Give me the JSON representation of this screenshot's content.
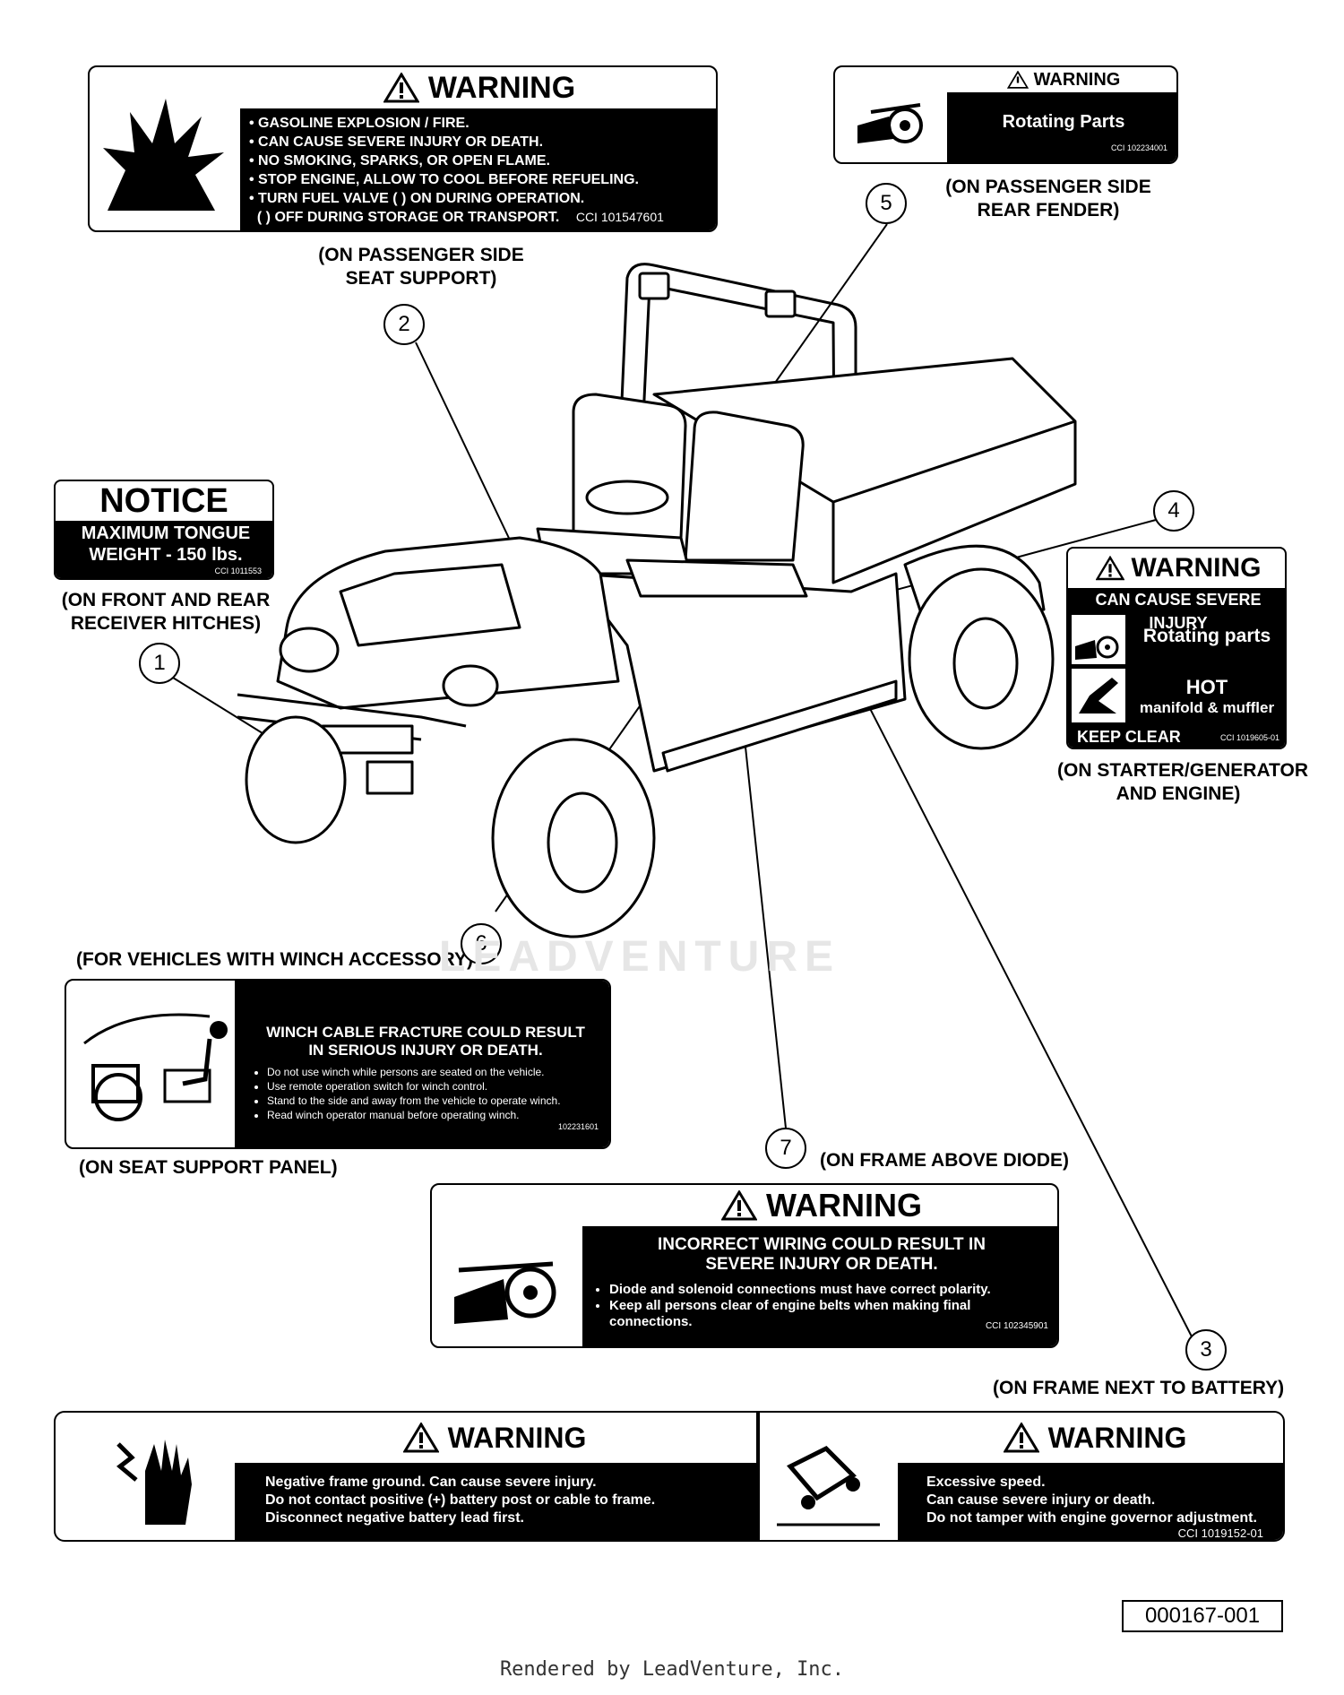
{
  "decal_fuel": {
    "header": "WARNING",
    "lines": [
      "GASOLINE EXPLOSION / FIRE.",
      "CAN CAUSE SEVERE INJURY OR DEATH.",
      "NO SMOKING, SPARKS, OR OPEN FLAME.",
      "STOP ENGINE, ALLOW TO COOL BEFORE REFUELING.",
      "TURN FUEL VALVE ( ) ON DURING OPERATION."
    ],
    "line6": "( ) OFF DURING STORAGE OR TRANSPORT.",
    "code": "CCI 101547601",
    "caption": [
      "(ON PASSENGER SIDE",
      "SEAT SUPPORT)"
    ]
  },
  "decal_rotating_small": {
    "header": "WARNING",
    "text": "Rotating Parts",
    "code": "CCI 102234001",
    "caption": [
      "(ON PASSENGER SIDE",
      "REAR FENDER)"
    ]
  },
  "decal_notice": {
    "header": "NOTICE",
    "lines": [
      "MAXIMUM TONGUE",
      "WEIGHT - 150 lbs."
    ],
    "code": "CCI 1011553",
    "caption": [
      "(ON FRONT AND REAR",
      "RECEIVER HITCHES)"
    ]
  },
  "decal_engine": {
    "header": "WARNING",
    "subheader": "CAN CAUSE SEVERE INJURY",
    "row1": "Rotating parts",
    "row2a": "HOT",
    "row2b": "manifold & muffler",
    "footer": "KEEP CLEAR",
    "code": "CCI 1019605-01",
    "caption": [
      "(ON STARTER/GENERATOR",
      "AND ENGINE)"
    ]
  },
  "decal_winch": {
    "above": "(FOR VEHICLES WITH WINCH ACCESSORY)",
    "title": [
      "WINCH CABLE FRACTURE COULD RESULT",
      "IN SERIOUS INJURY OR DEATH."
    ],
    "bullets": [
      "Do not use winch while persons are seated on the vehicle.",
      "Use remote operation switch for winch control.",
      "Stand to the side and away from the vehicle to operate winch.",
      "Read winch operator manual before operating winch."
    ],
    "code": "102231601",
    "caption": "(ON SEAT SUPPORT PANEL)"
  },
  "decal_wiring": {
    "above": "(ON FRAME ABOVE DIODE)",
    "header": "WARNING",
    "title": [
      "INCORRECT WIRING COULD RESULT IN",
      "SEVERE INJURY OR DEATH."
    ],
    "bullets": [
      "Diode and solenoid connections must have correct polarity.",
      "Keep all persons clear of engine belts when making final connections."
    ],
    "code": "CCI 102345901"
  },
  "decal_battery": {
    "above": "(ON FRAME NEXT TO BATTERY)",
    "left_header": "WARNING",
    "left_lines": [
      "Negative frame ground.  Can cause severe injury.",
      "Do not contact positive (+) battery post or cable to frame.",
      "Disconnect negative battery lead first."
    ],
    "right_header": "WARNING",
    "right_lines": [
      "Excessive speed.",
      "Can cause severe injury or death.",
      "Do not tamper with engine governor adjustment."
    ],
    "code": "CCI 1019152-01"
  },
  "callouts": [
    "1",
    "2",
    "3",
    "4",
    "5",
    "6",
    "7"
  ],
  "watermark": "LEADVENTURE",
  "figure_id": "000167-001",
  "footer": "Rendered by LeadVenture, Inc."
}
